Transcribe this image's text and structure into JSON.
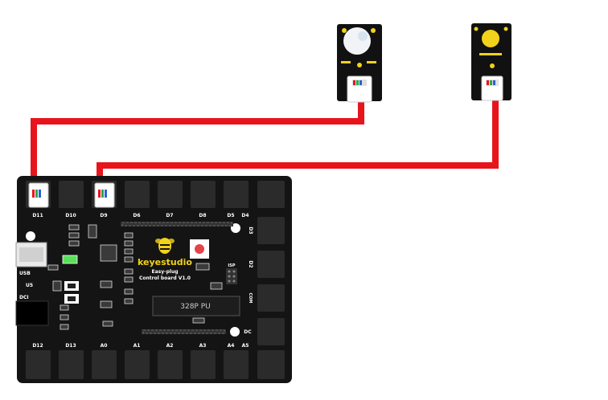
{
  "board": {
    "brand": "keyestudio",
    "line1": "Easy-plug",
    "line2": "Control board V1.0",
    "chip": "328P PU",
    "top_ports": [
      "D11",
      "D10",
      "D9",
      "D6",
      "D7",
      "D8",
      "D5",
      "D4"
    ],
    "right_ports": [
      "D3",
      "D2",
      "COM",
      "DC"
    ],
    "bottom_ports": [
      "D12",
      "D13",
      "A0",
      "A1",
      "A2",
      "A3",
      "A4",
      "A5"
    ],
    "left_labels": [
      "USB",
      "U5",
      "DCI"
    ],
    "isp_label": "ISP"
  },
  "colors": {
    "board": "#141414",
    "port": "#2b2b2b",
    "wire": "#e8141c",
    "accent": "#f2d21a",
    "module": "#111111"
  }
}
